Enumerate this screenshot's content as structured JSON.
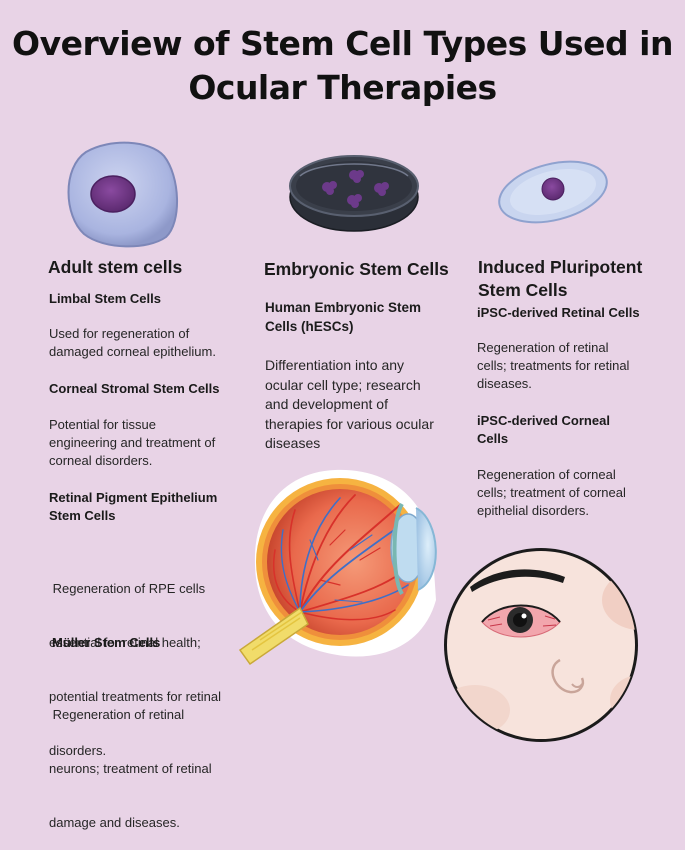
{
  "title": {
    "line1": "Overview of Stem Cell Types Used in",
    "line2": "Ocular Therapies"
  },
  "columns": {
    "adult": {
      "heading": "Adult stem cells",
      "items": [
        {
          "title": "Limbal Stem Cells",
          "desc": [
            "Used for regeneration of",
            "damaged corneal epithelium."
          ]
        },
        {
          "title": "Corneal Stromal Stem Cells",
          "desc": [
            "Potential for tissue",
            "engineering and treatment of",
            "corneal disorders."
          ]
        },
        {
          "title": [
            "Retinal Pigment Epithelium",
            "Stem Cells"
          ],
          "desc": [
            " Regeneration of RPE cells",
            "essential for retinal health;",
            "potential treatments for retinal",
            "disorders."
          ]
        },
        {
          "title": "Müller Stem Cells",
          "desc": [
            " Regeneration of retinal",
            "neurons; treatment of retinal",
            "damage and diseases."
          ]
        }
      ]
    },
    "embryonic": {
      "heading": "Embryonic Stem Cells",
      "items": [
        {
          "title": [
            "Human Embryonic Stem",
            "Cells (hESCs)"
          ],
          "desc": [
            "Differentiation into any",
            "ocular cell type; research",
            "and development of",
            "therapies for various ocular",
            "diseases"
          ]
        }
      ]
    },
    "ipsc": {
      "heading": [
        "Induced Pluripotent",
        "Stem Cells"
      ],
      "items": [
        {
          "title": "iPSC-derived Retinal Cells",
          "desc": [
            "Regeneration of retinal",
            "cells; treatments for retinal",
            "diseases."
          ]
        },
        {
          "title": [
            "iPSC-derived Corneal",
            "Cells"
          ],
          "desc": [
            "Regeneration of corneal",
            "cells; treatment of corneal",
            "epithelial disorders."
          ]
        }
      ]
    }
  },
  "colors": {
    "background": "#e8d3e6",
    "cell_body": "#b8c2e6",
    "nucleus": "#7a3d8f",
    "dish": "#2f333d",
    "eye_red": "#e96a4c",
    "vessel_blue": "#4a7bd0"
  },
  "icons": [
    "adult-cell-icon",
    "petri-dish-icon",
    "ipsc-cell-icon",
    "eye-anatomy-illustration",
    "red-eye-face-illustration"
  ]
}
